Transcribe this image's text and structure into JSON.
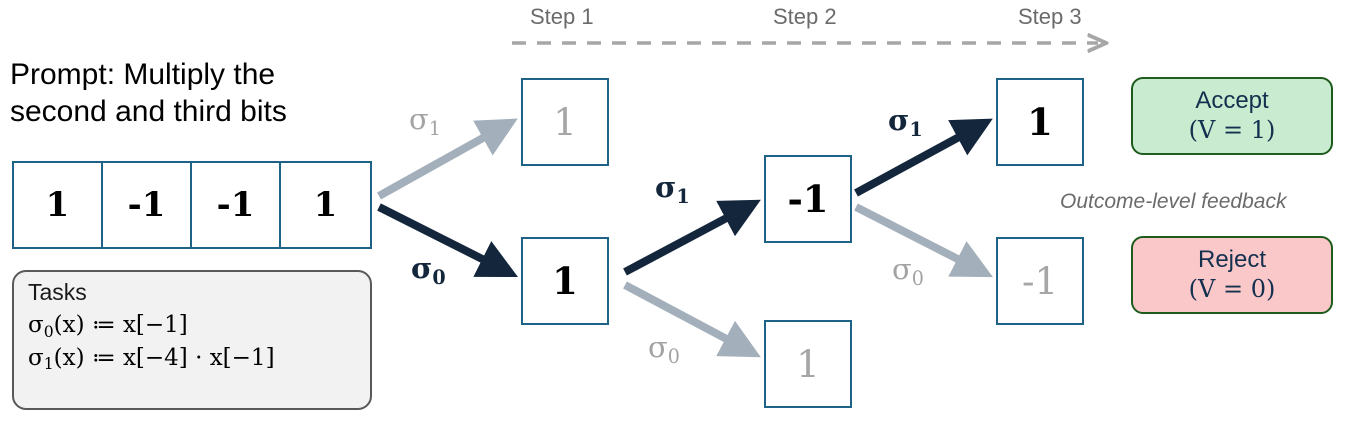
{
  "prompt": {
    "text": "Prompt: Multiply the\nsecond and third bits"
  },
  "input_sequence": {
    "bits": [
      "1",
      "-1",
      "-1",
      "1"
    ]
  },
  "tasks_panel": {
    "title": "Tasks",
    "lines": [
      {
        "name": "σ",
        "index": "0",
        "body": "(x) ≔ x[−1]"
      },
      {
        "name": "σ",
        "index": "1",
        "body": "(x) ≔ x[−4] · x[−1]"
      }
    ]
  },
  "timeline": {
    "steps": [
      "Step 1",
      "Step 2",
      "Step 3"
    ]
  },
  "tree": {
    "nodes": [
      {
        "id": "s1-top",
        "value": "1",
        "state": "faded"
      },
      {
        "id": "s1-bottom",
        "value": "1",
        "state": "dark"
      },
      {
        "id": "s2-top",
        "value": "-1",
        "state": "dark"
      },
      {
        "id": "s2-bottom",
        "value": "1",
        "state": "faded"
      },
      {
        "id": "s3-top",
        "value": "1",
        "state": "dark"
      },
      {
        "id": "s3-bottom",
        "value": "-1",
        "state": "faded"
      }
    ],
    "edge_labels": [
      {
        "id": "e-root-top",
        "name": "σ",
        "index": "1",
        "state": "faded"
      },
      {
        "id": "e-root-bottom",
        "name": "σ",
        "index": "0",
        "state": "dark"
      },
      {
        "id": "e-s1-up",
        "name": "σ",
        "index": "1",
        "state": "dark"
      },
      {
        "id": "e-s1-down",
        "name": "σ",
        "index": "0",
        "state": "faded"
      },
      {
        "id": "e-s2-up",
        "name": "σ",
        "index": "1",
        "state": "dark"
      },
      {
        "id": "e-s2-down",
        "name": "σ",
        "index": "0",
        "state": "faded"
      }
    ]
  },
  "outcomes": {
    "accept": {
      "label": "Accept",
      "value": "(V = 1)"
    },
    "reject": {
      "label": "Reject",
      "value": "(V = 0)"
    },
    "feedback_caption": "Outcome-level feedback"
  },
  "colors": {
    "node_border": "#1f6288",
    "dark_edge": "#14263c",
    "faded_edge": "#a3b0bc",
    "accept_fill": "#c9ecd0",
    "reject_fill": "#fbc8ca",
    "outcome_border": "#1d5c1d",
    "timeline_gray": "#a6a6a6",
    "step_text": "#6b6b6b"
  }
}
